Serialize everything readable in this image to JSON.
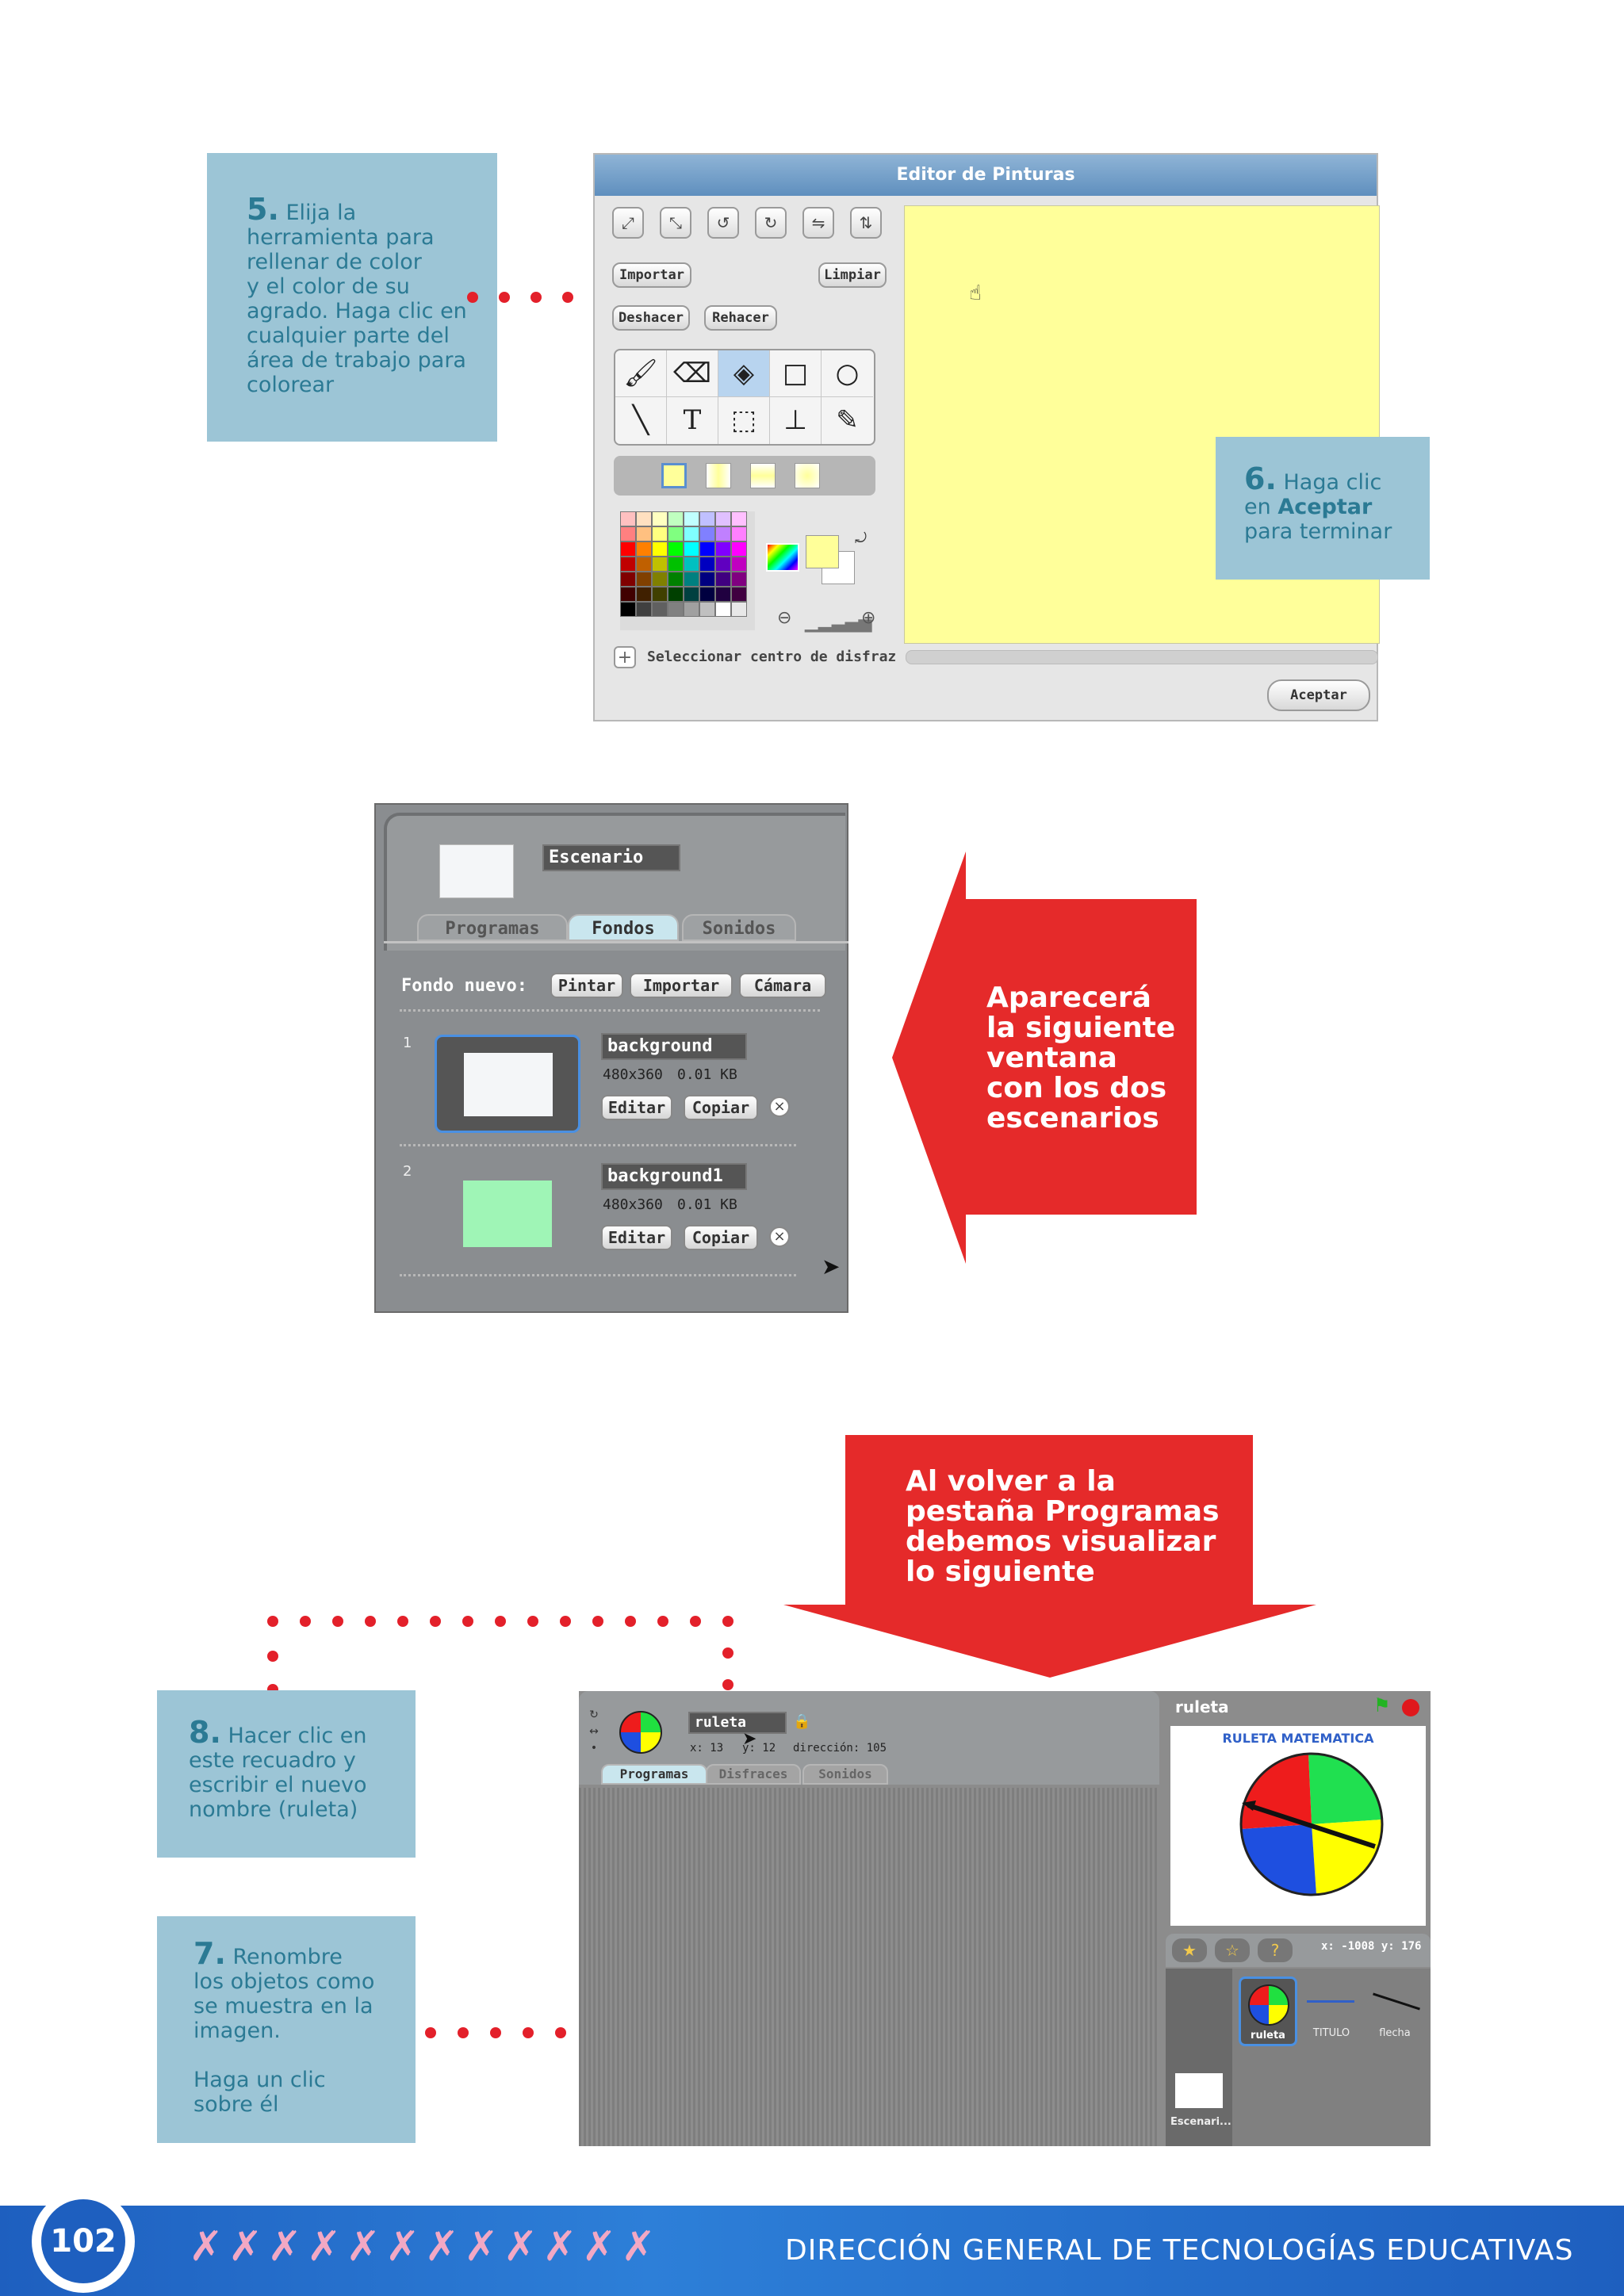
{
  "step5": {
    "num": "5.",
    "text": "Elija la\nherramienta para\nrellenar de color\ny el color de su\nagrado. Haga clic en\ncualquier parte del\nárea de trabajo para\ncolorear"
  },
  "step6": {
    "num": "6.",
    "text_a": "Haga clic",
    "text_b": "en ",
    "bold": "Aceptar",
    "text_c": "para terminar"
  },
  "paint_editor": {
    "title": "Editor de Pinturas",
    "import": "Importar",
    "clear": "Limpiar",
    "undo": "Deshacer",
    "redo": "Rehacer",
    "center_label": "Seleccionar centro de disfraz",
    "accept": "Aceptar",
    "fill_color": "#ffff99"
  },
  "stage_panel": {
    "name": "Escenario",
    "tabs": [
      "Programas",
      "Fondos",
      "Sonidos"
    ],
    "new_bg": "Fondo nuevo:",
    "buttons": [
      "Pintar",
      "Importar",
      "Cámara"
    ],
    "items": [
      {
        "index": "1",
        "name": "background",
        "size": "480x360",
        "kb": "0.01 KB",
        "edit": "Editar",
        "copy": "Copiar",
        "color": "#f4f6f8"
      },
      {
        "index": "2",
        "name": "background1",
        "size": "480x360",
        "kb": "0.01 KB",
        "edit": "Editar",
        "copy": "Copiar",
        "color": "#9ff5b6"
      }
    ]
  },
  "arrow1": {
    "text": "Aparecerá\nla siguiente\nventana\ncon los dos\nescenarios"
  },
  "arrow2": {
    "text": "Al volver a la\npestaña Programas\ndebemos visualizar\nlo siguiente"
  },
  "step8": {
    "num": "8.",
    "text": "Hacer clic en\neste recuadro y\nescribir el nuevo\nnombre (ruleta)"
  },
  "step7": {
    "num": "7.",
    "text": "Renombre\nlos objetos como\nse muestra en la\nimagen.\n\nHaga un clic\nsobre él"
  },
  "sprite_panel": {
    "name": "ruleta",
    "x": "x: 13",
    "y": "y: 12",
    "dir": "dirección: 105",
    "tabs": [
      "Programas",
      "Disfraces",
      "Sonidos"
    ],
    "stage_title": "ruleta",
    "stage_heading": "RULETA MATEMATICA",
    "coords": "x: -1008  y: 176",
    "sprites": [
      "ruleta",
      "TITULO",
      "flecha"
    ],
    "stage_label": "Escenari..."
  },
  "footer": {
    "page": "102",
    "title": "DIRECCIÓN GENERAL DE TECNOLOGÍAS EDUCATIVAS"
  }
}
